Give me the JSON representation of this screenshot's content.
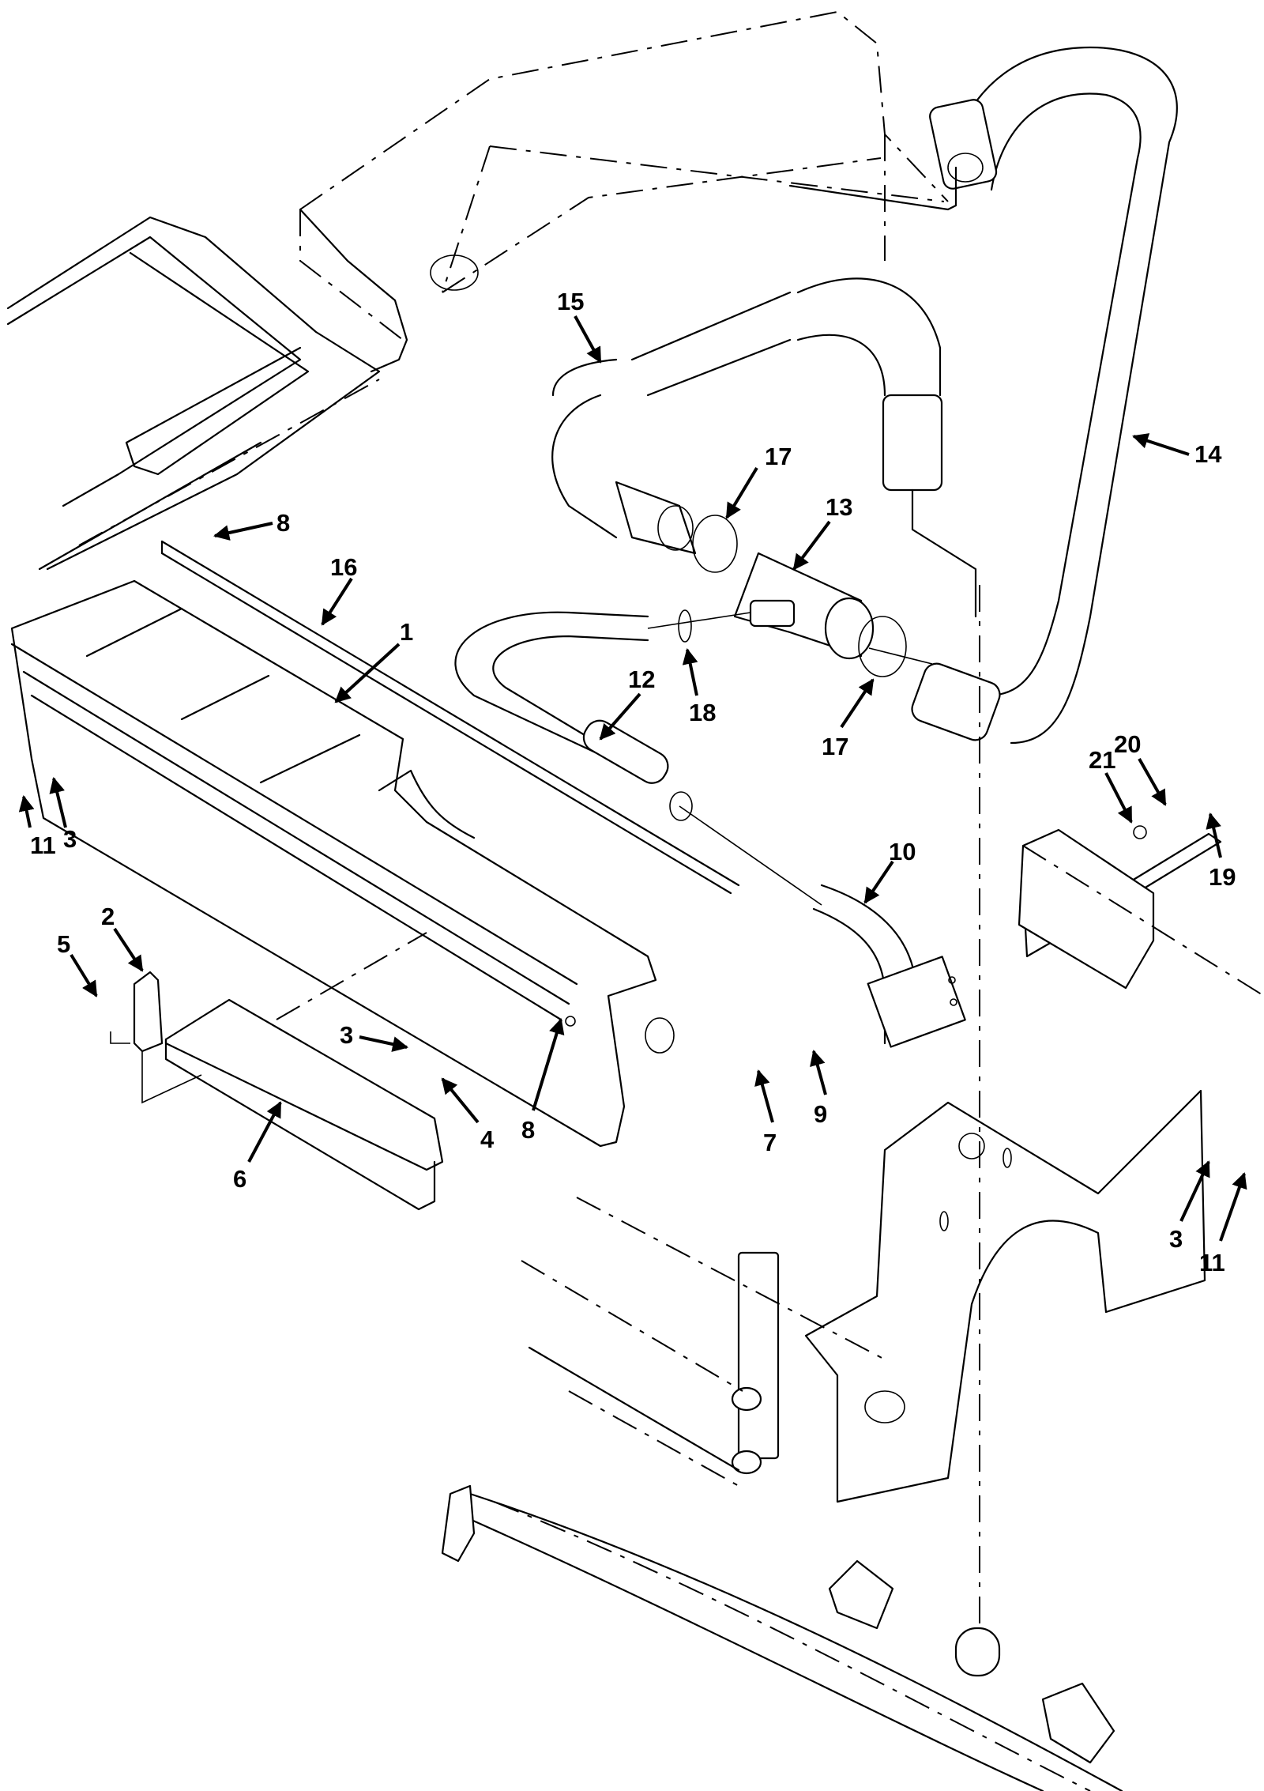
{
  "diagram": {
    "type": "exploded-parts-illustration",
    "colors": {
      "line": "#000000",
      "background": "#ffffff"
    },
    "callouts": [
      {
        "id": "c8a",
        "label": "8",
        "part": "nut"
      },
      {
        "id": "c16",
        "label": "16",
        "part": "rail"
      },
      {
        "id": "c1",
        "label": "1",
        "part": "housing"
      },
      {
        "id": "c11a",
        "label": "11",
        "part": "bolt"
      },
      {
        "id": "c3a",
        "label": "3",
        "part": "washer"
      },
      {
        "id": "c2",
        "label": "2",
        "part": "bracket"
      },
      {
        "id": "c5",
        "label": "5",
        "part": "bolt"
      },
      {
        "id": "c6",
        "label": "6",
        "part": "step-plate"
      },
      {
        "id": "c3b",
        "label": "3",
        "part": "washer"
      },
      {
        "id": "c4",
        "label": "4",
        "part": "nut"
      },
      {
        "id": "c8b",
        "label": "8",
        "part": "nut"
      },
      {
        "id": "c7",
        "label": "7",
        "part": "plate"
      },
      {
        "id": "c9",
        "label": "9",
        "part": "grommet"
      },
      {
        "id": "c10",
        "label": "10",
        "part": "tube"
      },
      {
        "id": "c12",
        "label": "12",
        "part": "hose"
      },
      {
        "id": "c18",
        "label": "18",
        "part": "clamp"
      },
      {
        "id": "c13",
        "label": "13",
        "part": "tee-fitting"
      },
      {
        "id": "c17a",
        "label": "17",
        "part": "clamp"
      },
      {
        "id": "c17b",
        "label": "17",
        "part": "clamp"
      },
      {
        "id": "c15",
        "label": "15",
        "part": "corrugated-hose"
      },
      {
        "id": "c14",
        "label": "14",
        "part": "corrugated-hose"
      },
      {
        "id": "c21",
        "label": "21",
        "part": "washer"
      },
      {
        "id": "c20",
        "label": "20",
        "part": "bolt"
      },
      {
        "id": "c19",
        "label": "19",
        "part": "bracket"
      },
      {
        "id": "c3c",
        "label": "3",
        "part": "washer"
      },
      {
        "id": "c11b",
        "label": "11",
        "part": "bolt"
      }
    ]
  }
}
